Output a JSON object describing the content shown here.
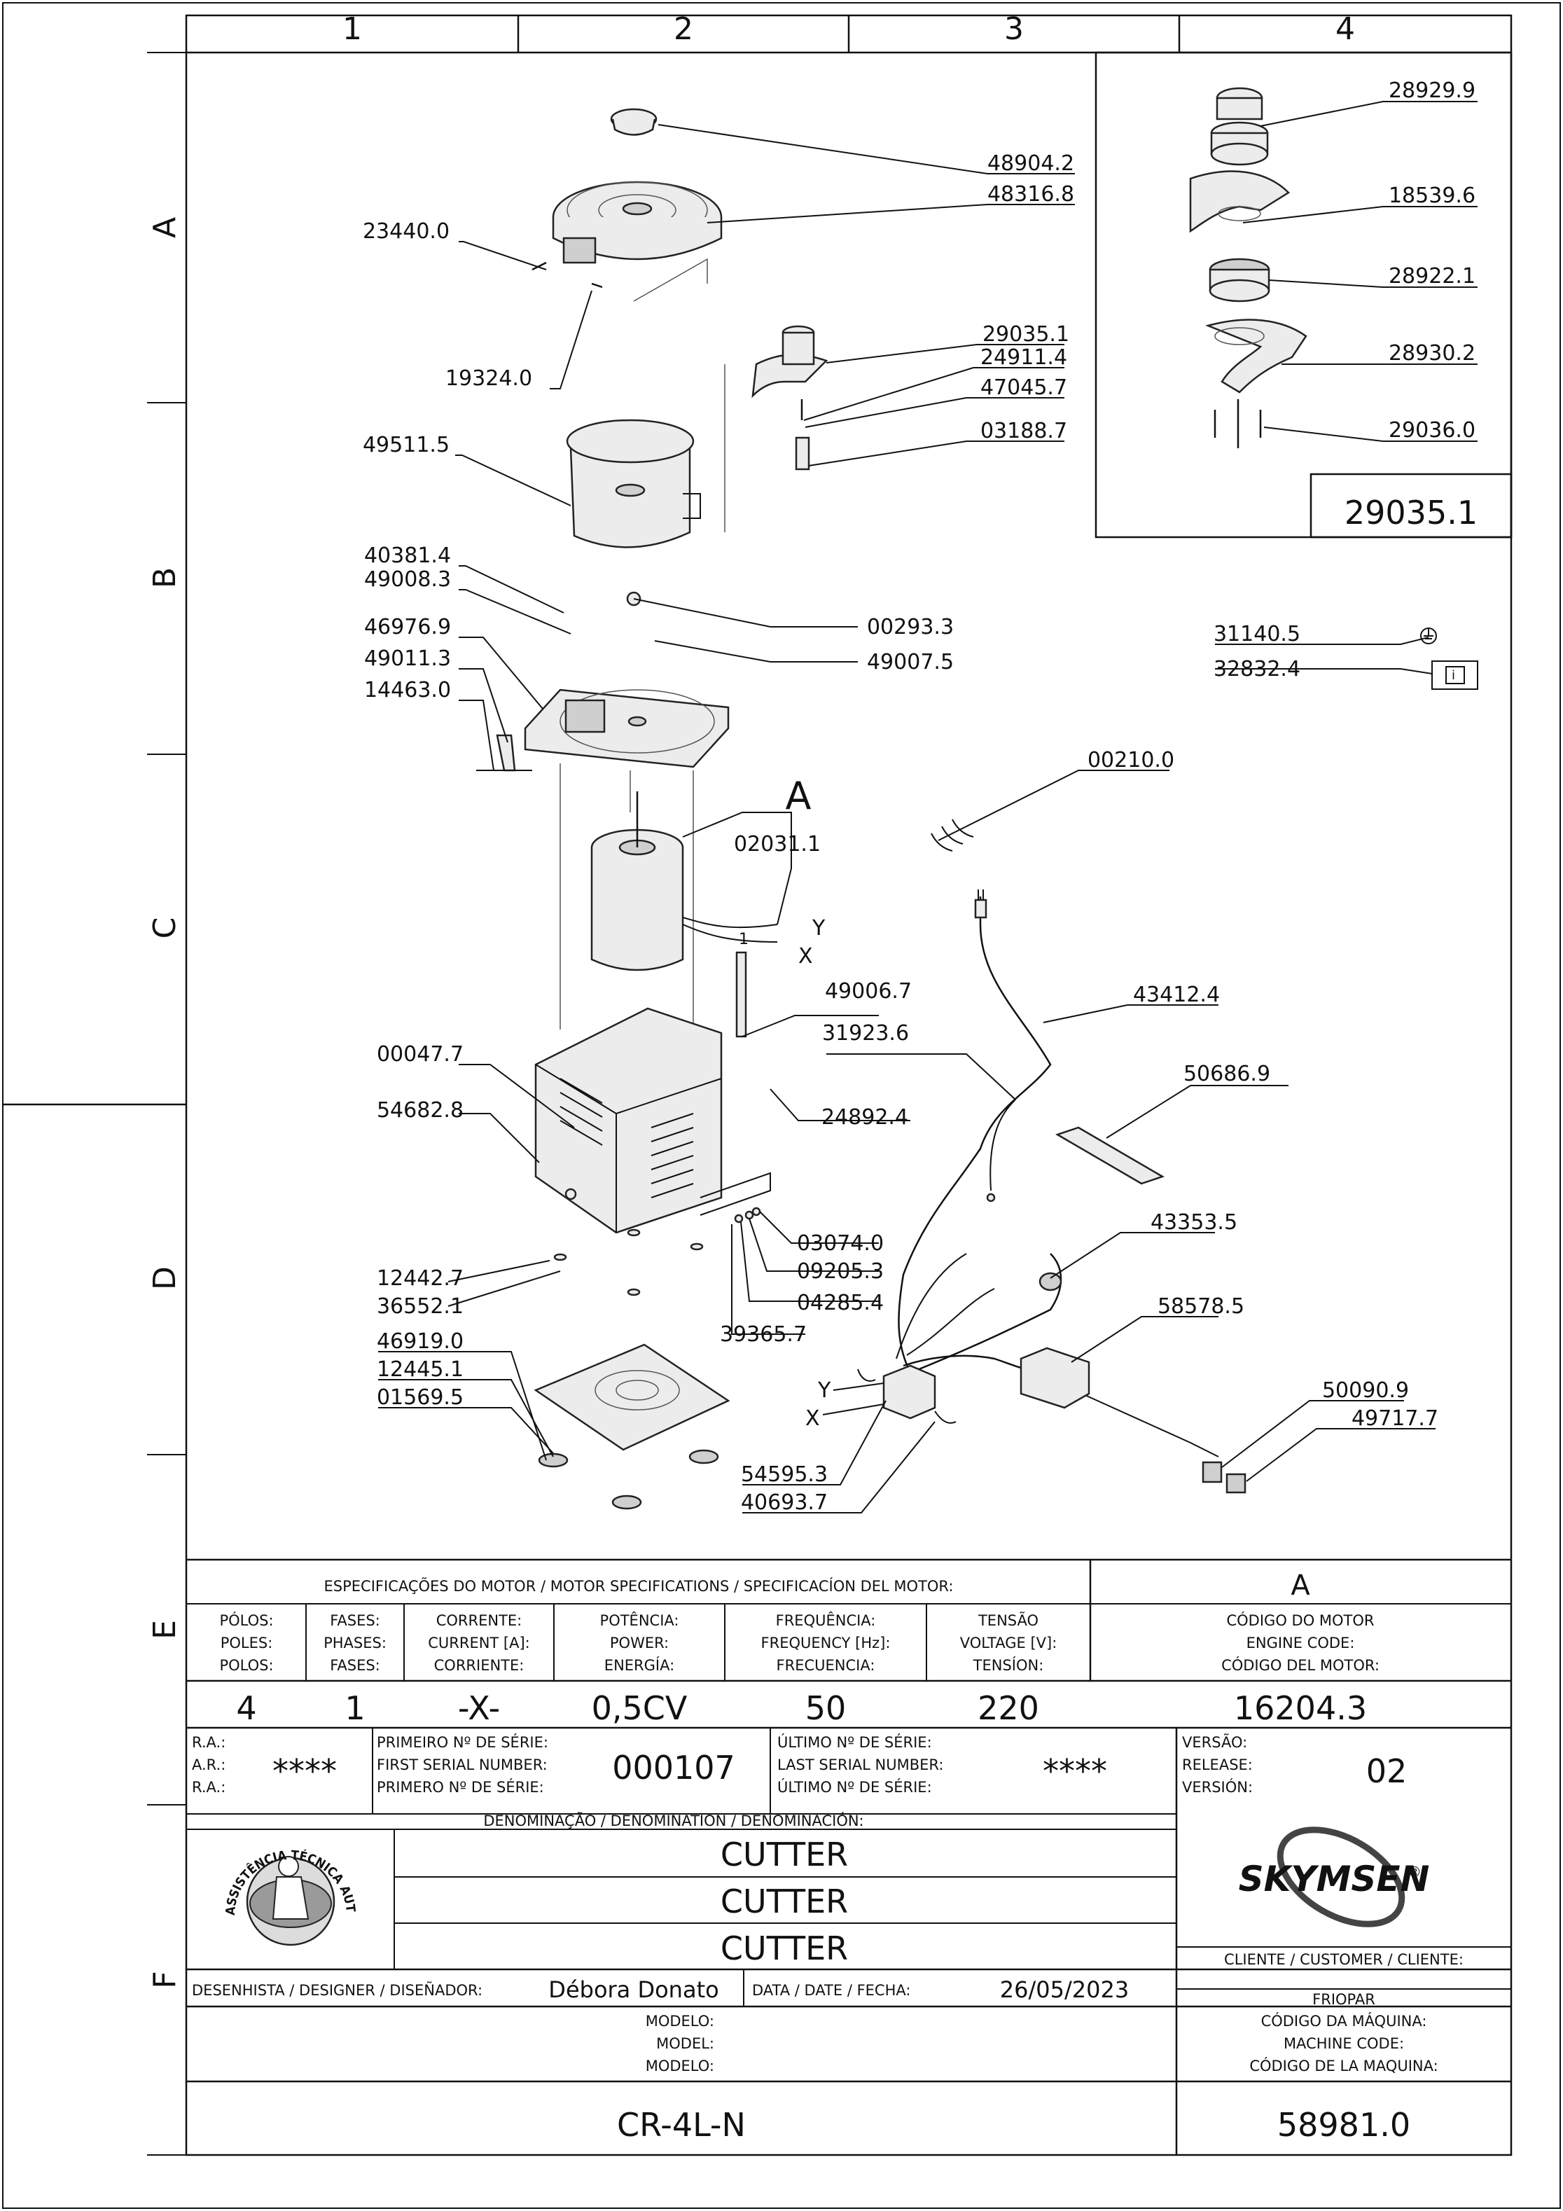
{
  "grid": {
    "columns": [
      "1",
      "2",
      "3",
      "4"
    ],
    "rows": [
      "A",
      "B",
      "C",
      "D",
      "E",
      "F"
    ]
  },
  "detail": {
    "title": "29035.1",
    "parts": [
      "28929.9",
      "18539.6",
      "28922.1",
      "28930.2",
      "29036.0"
    ]
  },
  "motor_ref": "A",
  "wire_labels": {
    "y": "Y",
    "x": "X",
    "y2": "Y",
    "x2": "X",
    "one": "1"
  },
  "parts": {
    "p48904_2": "48904.2",
    "p48316_8": "48316.8",
    "p23440_0": "23440.0",
    "p19324_0": "19324.0",
    "p29035_1": "29035.1",
    "p24911_4": "24911.4",
    "p47045_7": "47045.7",
    "p03188_7": "03188.7",
    "p49511_5": "49511.5",
    "p40381_4": "40381.4",
    "p49008_3": "49008.3",
    "p46976_9": "46976.9",
    "p49011_3": "49011.3",
    "p14463_0": "14463.0",
    "p00293_3": "00293.3",
    "p49007_5": "49007.5",
    "p31140_5": "31140.5",
    "p32832_4": "32832.4",
    "p00210_0": "00210.0",
    "p02031_1": "02031.1",
    "p49006_7": "49006.7",
    "p31923_6": "31923.6",
    "p43412_4": "43412.4",
    "p50686_9": "50686.9",
    "p00047_7": "00047.7",
    "p54682_8": "54682.8",
    "p24892_4": "24892.4",
    "p03074_0": "03074.0",
    "p09205_3": "09205.3",
    "p04285_4": "04285.4",
    "p39365_7": "39365.7",
    "p43353_5": "43353.5",
    "p58578_5": "58578.5",
    "p12442_7": "12442.7",
    "p36552_1": "36552.1",
    "p46919_0": "46919.0",
    "p12445_1": "12445.1",
    "p01569_5": "01569.5",
    "p50090_9": "50090.9",
    "p49717_7": "49717.7",
    "p54595_3": "54595.3",
    "p40693_7": "40693.7"
  },
  "motor_specs": {
    "heading": "ESPECIFICAÇÕES DO MOTOR / MOTOR SPECIFICATIONS / SPECIFICACÍON DEL MOTOR:",
    "ref_letter": "A",
    "columns": [
      {
        "l1": "PÓLOS:",
        "l2": "POLES:",
        "l3": "POLOS:",
        "value": "4"
      },
      {
        "l1": "FASES:",
        "l2": "PHASES:",
        "l3": "FASES:",
        "value": "1"
      },
      {
        "l1": "CORRENTE:",
        "l2": "CURRENT [A]:",
        "l3": "CORRIENTE:",
        "value": "-X-"
      },
      {
        "l1": "POTÊNCIA:",
        "l2": "POWER:",
        "l3": "ENERGÍA:",
        "value": "0,5CV"
      },
      {
        "l1": "FREQUÊNCIA:",
        "l2": "FREQUENCY [Hz]:",
        "l3": "FRECUENCIA:",
        "value": "50"
      },
      {
        "l1": "TENSÃO",
        "l2": "VOLTAGE [V]:",
        "l3": "TENSÍON:",
        "value": "220"
      }
    ],
    "engine_code": {
      "l1": "CÓDIGO DO MOTOR",
      "l2": "ENGINE CODE:",
      "l3": "CÓDIGO DEL MOTOR:",
      "value": "16204.3"
    }
  },
  "serials": {
    "ra_labels": [
      "R.A.:",
      "A.R.:",
      "R.A.:"
    ],
    "ra_value": "****",
    "first": {
      "l1": "PRIMEIRO Nº DE SÉRIE:",
      "l2": "FIRST SERIAL NUMBER:",
      "l3": "PRIMERO Nº DE SÉRIE:",
      "value": "000107"
    },
    "last": {
      "l1": "ÚLTIMO Nº DE SÉRIE:",
      "l2": "LAST SERIAL NUMBER:",
      "l3": "ÚLTIMO Nº DE SÉRIE:",
      "value": "****"
    },
    "version": {
      "l1": "VERSÃO:",
      "l2": "RELEASE:",
      "l3": "VERSIÓN:",
      "value": "02"
    }
  },
  "denomination": {
    "heading": "DENOMINAÇÃO / DENOMINATION / DENOMINACIÓN:",
    "lines": [
      "CUTTER",
      "CUTTER",
      "CUTTER"
    ]
  },
  "stamp": {
    "text": "ASSISTÊNCIA TÉCNICA AUTORIZADA"
  },
  "brand": {
    "logo_text": "SKYMSEN",
    "registered": "®"
  },
  "designer": {
    "label": "DESENHISTA / DESIGNER / DISEÑADOR:",
    "value": "Débora Donato"
  },
  "date": {
    "label": "DATA / DATE / FECHA:",
    "value": "26/05/2023"
  },
  "customer": {
    "label": "CLIENTE / CUSTOMER / CLIENTE:",
    "value": "FRIOPAR"
  },
  "model": {
    "l1": "MODELO:",
    "l2": "MODEL:",
    "l3": "MODELO:",
    "value": "CR-4L-N"
  },
  "machine_code": {
    "l1": "CÓDIGO DA MÁQUINA:",
    "l2": "MACHINE CODE:",
    "l3": "CÓDIGO DE LA MAQUINA:",
    "value": "58981.0"
  }
}
